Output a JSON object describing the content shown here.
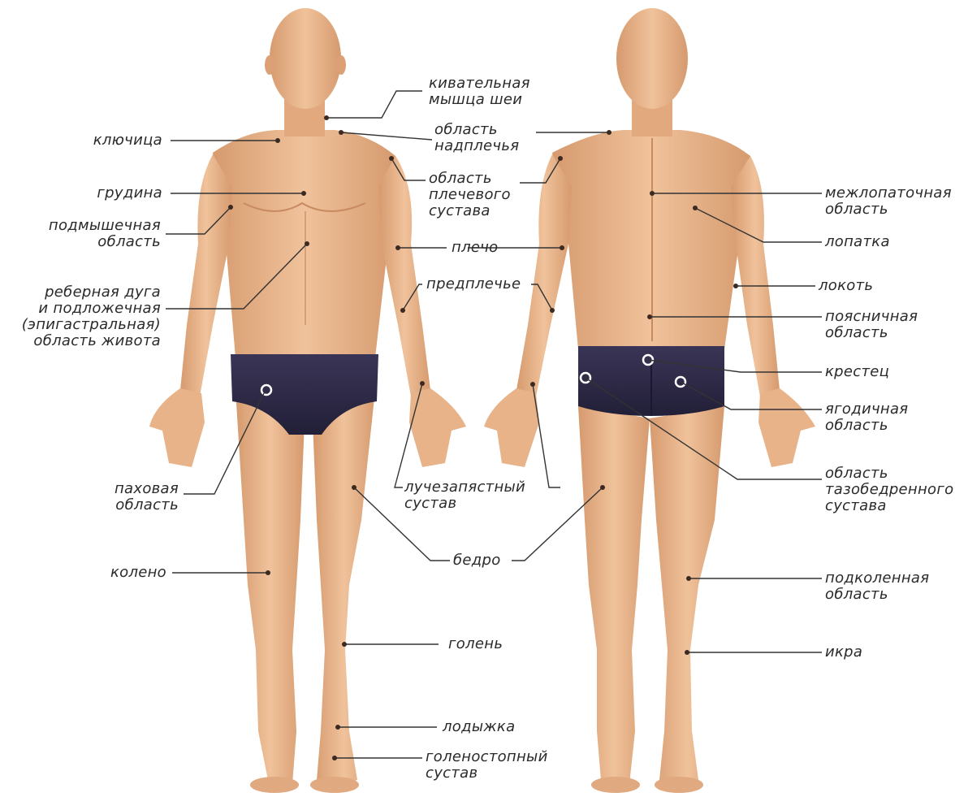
{
  "labels": {
    "klyuchitsa": "ключица",
    "grudina": "грудина",
    "podmyshechnaya": "подмышечная\nобласть",
    "rebernaya": "реберная дуга\nи подложечная\n(эпигастральная)\nобласть живота",
    "pakhovaya": "паховая\nобласть",
    "koleno": "колено",
    "kivatelnaya": "кивательная\nмышца шеи",
    "nadplechye": "область\nнадплечья",
    "plechevoy": "область\nплечевого\nсустава",
    "plecho": "плечо",
    "predplechye": "предплечье",
    "luchezapyastny": "лучезапястный\nсустав",
    "bedro": "бедро",
    "golen": "голень",
    "lodyzhka": "лодыжка",
    "golenostopny": "голеностопный\nсустав",
    "mezhlopatochnaya": "межлопаточная\nобласть",
    "lopatka": "лопатка",
    "lokot": "локоть",
    "poyasnichnaya": "поясничная\nобласть",
    "krestets": "крестец",
    "yagodichnaya": "ягодичная\nобласть",
    "tazobedrenny": "область\nтазобедренного\nсустава",
    "podkolennaya": "подколенная\nобласть",
    "ikra": "икра"
  },
  "colors": {
    "skin": "#e9b48a",
    "skin_shadow": "#c98a5e",
    "briefs": "#2b2744",
    "line": "#333333"
  }
}
